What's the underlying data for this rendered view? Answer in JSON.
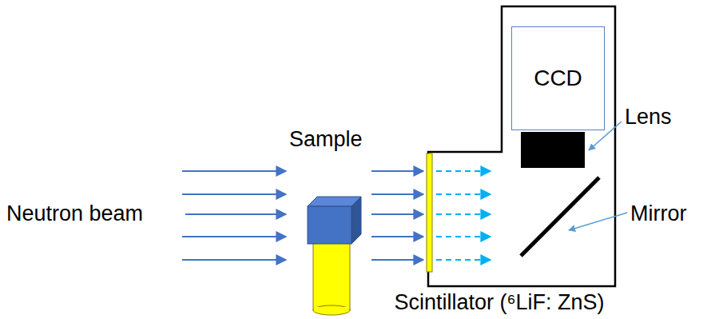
{
  "diagram": {
    "nodes": [
      {
        "text": [
          "CCD"
        ]
      }
    ],
    "labels": [
      "Sample",
      "Neutron beam",
      "Lens",
      "Mirror",
      "Scintillator (⁶LiF: ZnS)"
    ]
  }
}
